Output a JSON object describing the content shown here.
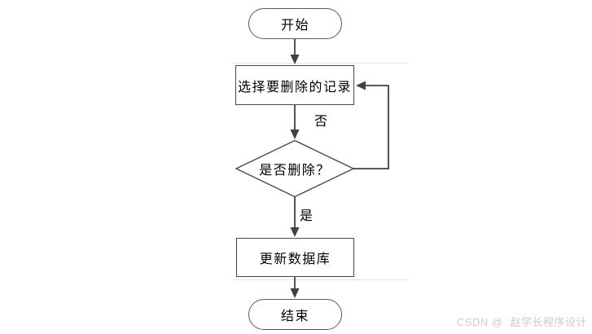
{
  "flowchart": {
    "nodes": {
      "start": {
        "label": "开始",
        "type": "terminator"
      },
      "select": {
        "label": "选择要删除的记录",
        "type": "process"
      },
      "decision": {
        "label": "是否删除？",
        "type": "decision"
      },
      "update": {
        "label": "更新数据库",
        "type": "process"
      },
      "end": {
        "label": "结束",
        "type": "terminator"
      }
    },
    "branch_labels": {
      "no": "否",
      "yes": "是"
    },
    "edges": [
      {
        "from": "start",
        "to": "select",
        "label": ""
      },
      {
        "from": "select",
        "to": "decision",
        "label": ""
      },
      {
        "from": "decision",
        "to": "select",
        "label": "否",
        "route": "right-loop"
      },
      {
        "from": "decision",
        "to": "update",
        "label": "是"
      },
      {
        "from": "update",
        "to": "end",
        "label": ""
      }
    ]
  },
  "watermark": {
    "text": "CSDN @ ˙赵学长程序设计"
  },
  "colors": {
    "line": "#404040",
    "node_border": "#595959",
    "text": "#000000",
    "background": "#ffffff",
    "watermark": "#cbcbcb"
  }
}
